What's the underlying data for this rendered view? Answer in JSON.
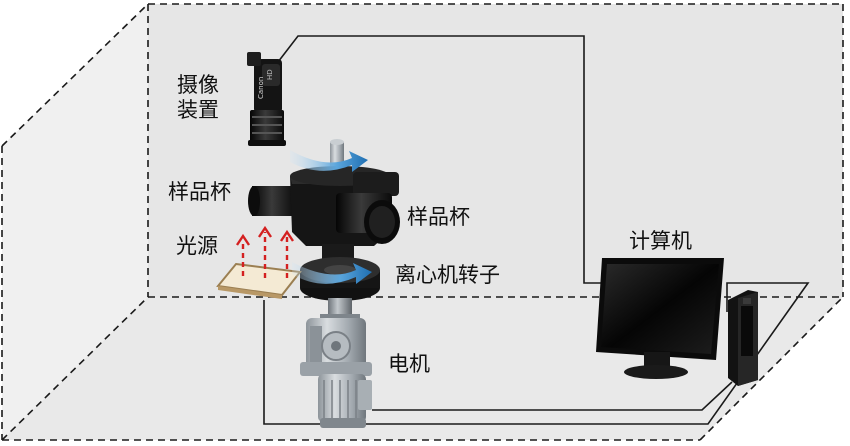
{
  "labels": {
    "camera": [
      "摄像",
      "装置"
    ],
    "sample_cup_left": "样品杯",
    "sample_cup_right": "样品杯",
    "light_source": "光源",
    "rotor": "离心机转子",
    "motor": "电机",
    "computer": "计算机"
  },
  "camera_brand": "Canon",
  "camera_badge": "HD",
  "colors": {
    "box_fill": "#e6e6e6",
    "dashed_edge": "#1a1a1a",
    "cable": "#1a1a1a",
    "arrow_blue": "#2f86c8",
    "light_arrow": "#d42020",
    "lens_black": "#161616",
    "motor_silver": "#a9b0b6"
  }
}
